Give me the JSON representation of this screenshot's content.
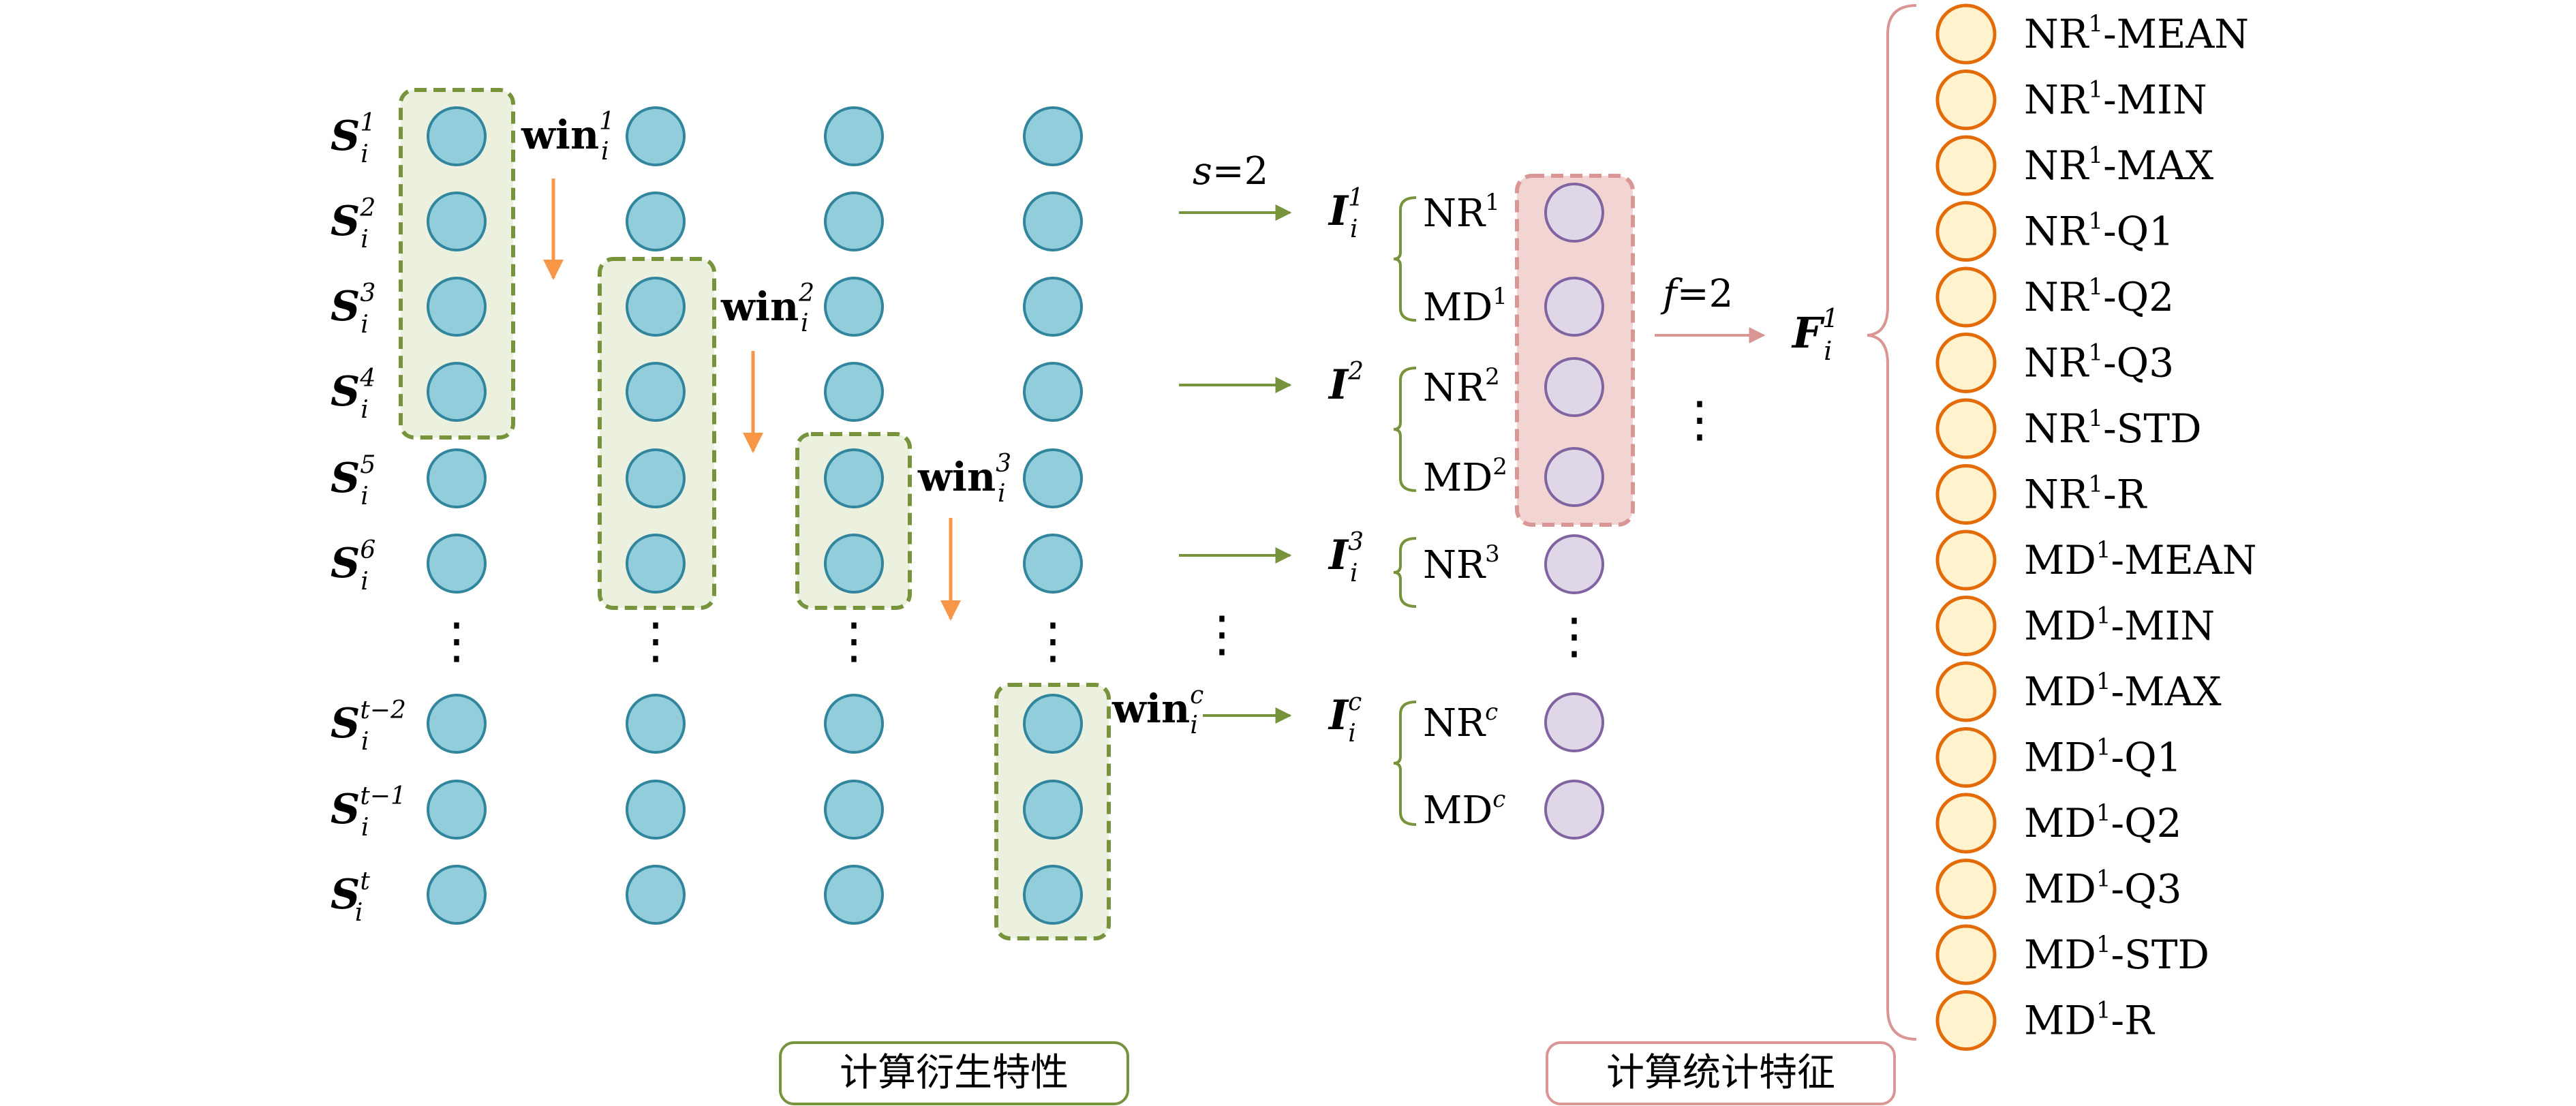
{
  "colors": {
    "node_fill": "#92CDDC",
    "node_stroke": "#31859C",
    "window_fill": "#EBF1DE",
    "window_stroke": "#77933C",
    "down_arrow": "#F79646",
    "right_arrow": "#77933C",
    "indicator_fill": "#DFD7E8",
    "indicator_stroke": "#8064A2",
    "pink_box_fill": "#F2D5D3",
    "pink_box_stroke": "#D99694",
    "feature_fill": "#FFF2CC",
    "feature_stroke": "#E36C09",
    "brace_stroke": "#D99694",
    "label_box_green_stroke": "#77933C",
    "label_box_pink_stroke": "#D99694"
  },
  "sequence_labels": [
    {
      "base": "S",
      "sub": "i",
      "sup": "1"
    },
    {
      "base": "S",
      "sub": "i",
      "sup": "2"
    },
    {
      "base": "S",
      "sub": "i",
      "sup": "3"
    },
    {
      "base": "S",
      "sub": "i",
      "sup": "4"
    },
    {
      "base": "S",
      "sub": "i",
      "sup": "5"
    },
    {
      "base": "S",
      "sub": "i",
      "sup": "6"
    },
    {
      "base": "S",
      "sub": "i",
      "sup": "t−2"
    },
    {
      "base": "S",
      "sub": "i",
      "sup": "t−1"
    },
    {
      "base": "S",
      "sub": "i",
      "sup": "t"
    }
  ],
  "windows": [
    {
      "base": "win",
      "sub": "i",
      "sup": "1"
    },
    {
      "base": "win",
      "sub": "i",
      "sup": "2"
    },
    {
      "base": "win",
      "sub": "i",
      "sup": "3"
    },
    {
      "base": "win",
      "sub": "i",
      "sup": "c"
    }
  ],
  "step_label": {
    "var": "s",
    "op": "=",
    "val": "2"
  },
  "freq_label": {
    "var": "f",
    "op": "=",
    "val": "2"
  },
  "indicators": [
    {
      "base": "I",
      "sub": "i",
      "sup": "1",
      "items": [
        {
          "name": "NR",
          "sup": "1"
        },
        {
          "name": "MD",
          "sup": "1"
        }
      ]
    },
    {
      "base": "I",
      "sub": "",
      "sup": "2",
      "items": [
        {
          "name": "NR",
          "sup": "2"
        },
        {
          "name": "MD",
          "sup": "2"
        }
      ]
    },
    {
      "base": "I",
      "sub": "i",
      "sup": "3",
      "items": [
        {
          "name": "NR",
          "sup": "3"
        }
      ]
    },
    {
      "base": "I",
      "sub": "i",
      "sup": "c",
      "items": [
        {
          "name": "NR",
          "sup": "c"
        },
        {
          "name": "MD",
          "sup": "c"
        }
      ]
    }
  ],
  "feature_vector": {
    "base": "F",
    "sub": "i",
    "sup": "1"
  },
  "features": [
    {
      "pre": "NR",
      "sup": "1",
      "post": "-MEAN"
    },
    {
      "pre": "NR",
      "sup": "1",
      "post": "-MIN"
    },
    {
      "pre": "NR",
      "sup": "1",
      "post": "-MAX"
    },
    {
      "pre": "NR",
      "sup": "1",
      "post": "-Q1"
    },
    {
      "pre": "NR",
      "sup": "1",
      "post": "-Q2"
    },
    {
      "pre": "NR",
      "sup": "1",
      "post": "-Q3"
    },
    {
      "pre": "NR",
      "sup": "1",
      "post": "-STD"
    },
    {
      "pre": "NR",
      "sup": "1",
      "post": "-R"
    },
    {
      "pre": "MD",
      "sup": "1",
      "post": "-MEAN"
    },
    {
      "pre": "MD",
      "sup": "1",
      "post": "-MIN"
    },
    {
      "pre": "MD",
      "sup": "1",
      "post": "-MAX"
    },
    {
      "pre": "MD",
      "sup": "1",
      "post": "-Q1"
    },
    {
      "pre": "MD",
      "sup": "1",
      "post": "-Q2"
    },
    {
      "pre": "MD",
      "sup": "1",
      "post": "-Q3"
    },
    {
      "pre": "MD",
      "sup": "1",
      "post": "-STD"
    },
    {
      "pre": "MD",
      "sup": "1",
      "post": "-R"
    }
  ],
  "bottom_labels": {
    "derived": "计算衍生特性",
    "statistics": "计算统计特征"
  },
  "ellipsis": "⋮"
}
